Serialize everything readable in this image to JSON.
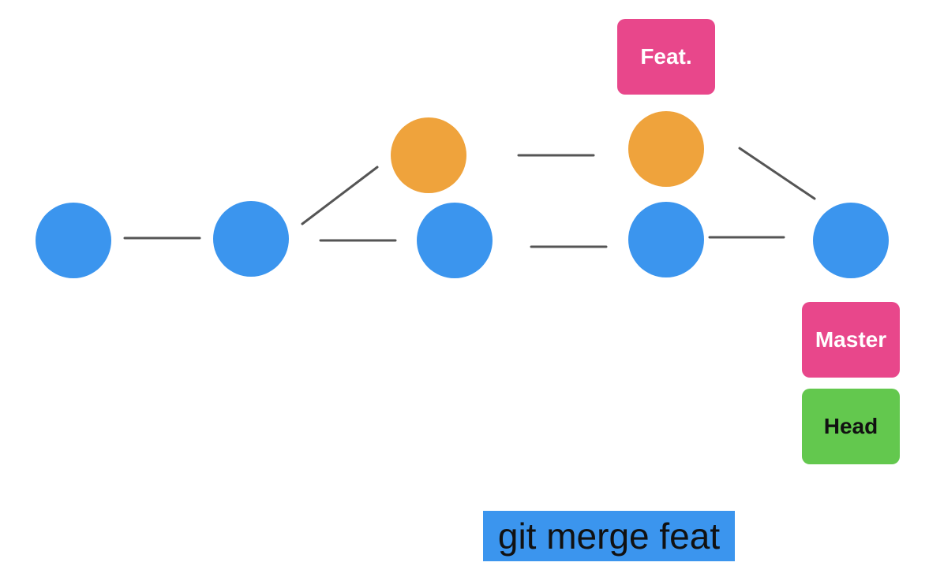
{
  "colors": {
    "main_commit": "#3b95ee",
    "feature_commit": "#efa33c",
    "branch_tag": "#e8478b",
    "head_tag": "#63c84e",
    "command_highlight": "#3b95ee"
  },
  "labels": {
    "feat": "Feat.",
    "master": "Master",
    "head": "Head"
  },
  "command": "git merge feat"
}
